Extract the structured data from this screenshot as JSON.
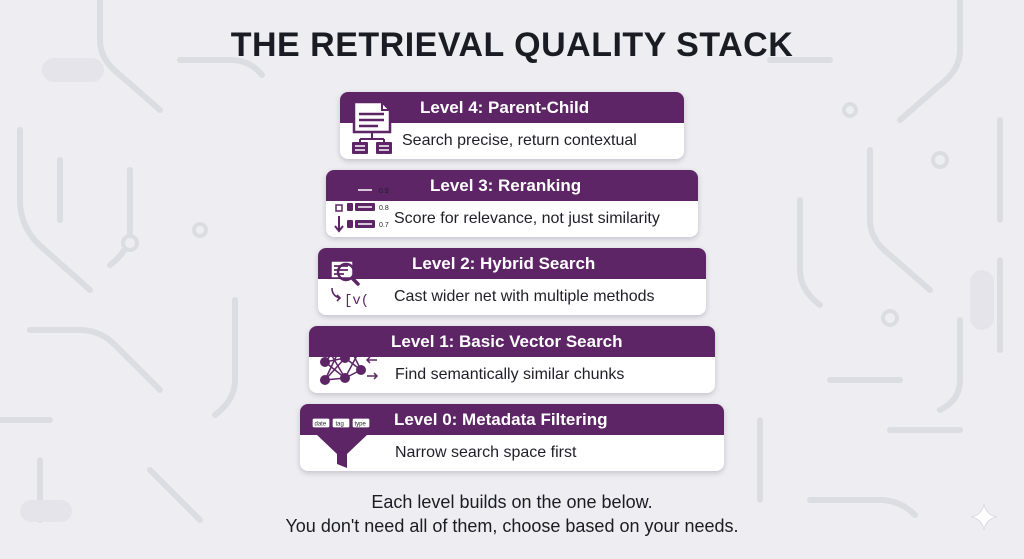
{
  "title": "THE RETRIEVAL QUALITY STACK",
  "levels": [
    {
      "name": "Level 4: Parent-Child",
      "description": "Search precise, return contextual",
      "icon": "document-hierarchy-icon"
    },
    {
      "name": "Level 3: Reranking",
      "description": "Score for relevance, not just similarity",
      "icon": "ranked-list-icon",
      "scores": [
        "0.9",
        "0.8",
        "0.7"
      ]
    },
    {
      "name": "Level 2: Hybrid Search",
      "description": "Cast wider net with multiple methods",
      "icon": "hybrid-search-icon",
      "vector_glyph": "[v("
    },
    {
      "name": "Level 1: Basic Vector Search",
      "description": "Find semantically similar chunks",
      "icon": "neural-network-icon"
    },
    {
      "name": "Level 0: Metadata Filtering",
      "description": "Narrow search space first",
      "icon": "funnel-filter-icon",
      "tags": [
        "date",
        "tag",
        "type"
      ]
    }
  ],
  "footer": {
    "line1": "Each level builds on the one below.",
    "line2": "You don't need all of them, choose based on your needs."
  },
  "colors": {
    "accent": "#5d2566",
    "background": "#eeeef2",
    "text": "#1b1b24"
  }
}
